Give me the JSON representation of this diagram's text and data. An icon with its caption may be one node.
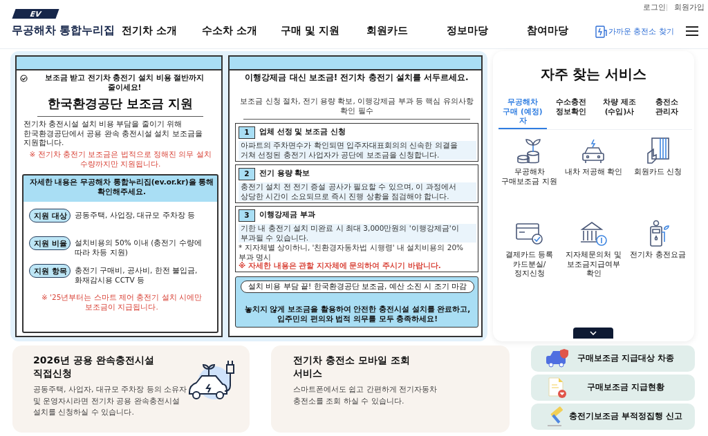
{
  "diagram": {
    "nodes": [
      {
        "text": [
          "보조금 받고 전기차 충전기 설치 비용 절반까지 줄이세요!",
          "한국환경공단 보조금 지원",
          "전기차 충전시설 설치 비용 부담을 줄이기 위해 한국환경공단에서 공용 완속 충전시설 설치 보조금을 지원합니다.",
          "※ 전기차 충전기 보조금은 법적으로 정해진 의무 설치 수량까지만 지원됩니다."
        ]
      },
      {
        "text": [
          "자세한 내용은 무공해차 통합누리집(ev.or.kr)을 통해 확인해주세요.",
          "※ '25년부터는 스마트 제어 충전기 설치 시에만 보조금이 지급됩니다."
        ],
        "in": 0
      },
      {
        "text": [
          "지원 대상"
        ],
        "beside": [
          "공동주택, 사업장, 대규모 주차장 등"
        ],
        "in": 1
      },
      {
        "text": [
          "지원 비율"
        ],
        "beside": [
          "설치비용의 50% 이내 (충전기 수량에 따라 차등 지원)"
        ],
        "in": 1
      },
      {
        "text": [
          "지원 항목"
        ],
        "beside": [
          "충전기 구매비, 공사비, 한전 불입금, 화재감시용 CCTV 등"
        ],
        "in": 1
      },
      {
        "text": [
          "이행강제금 대신 보조금! 전기차 충전기 설치를 서두르세요.",
          "보조금 신청 절차, 전기 용량 확보, 이행강제금 부과 등 핵심 유의사항 확인 필수"
        ]
      },
      {
        "text": [
          "1",
          "업체 선정 및 보조금 신청",
          "아파트의 주차면수가 확인되면 입주자대표회의의 신속한 의결을 거쳐 선정된 충전기 사업자가 공단에 보조금을 신청합니다."
        ],
        "in": 5
      },
      {
        "text": [
          "2",
          "전기 용량 확보",
          "충전기 설치 전 전기 증설 공사가 필요할 수 있으며, 이 과정에서 상당한 시간이 소요되므로 즉시 진행 상황을 점검해야 합니다."
        ],
        "in": 5
      },
      {
        "text": [
          "3",
          "이행강제금 부과",
          "기한 내 충전기 설치 미완료 시 최대 3,000만원의 '이행강제금'이 부과될 수 있습니다.",
          "* 지자체별 상이하니, '친환경자동차법 시행령' 내 설치비용의 20% 부과 명시",
          "※ 자세한 내용은 관할 지자체에 문의하여 주시기 바랍니다."
        ],
        "in": 5
      },
      {
        "text": [
          "설치 비용 부담 끝! 한국환경공단 보조금, 예산 소진 시 조기 마감",
          "놓치지 않게 보조금을 활용하여 안전한 충전시설 설치를 완료하고, 입주민의 편의와 법적 의무를 모두 충족하세요!"
        ],
        "in": 5
      },
      {
        "text": [
          "자주 찾는 서비스"
        ]
      },
      {
        "text": [
          "무공해차 구매 (예정)자"
        ],
        "in": 10
      },
      {
        "text": [
          "수소충전 정보확인"
        ],
        "in": 10
      },
      {
        "text": [
          "차량 제조 (수입)사"
        ],
        "in": 10
      },
      {
        "text": [
          "충전소 관리자"
        ],
        "in": 10
      },
      {
        "text": [
          "무공해차 구매보조금 지원"
        ],
        "in": 10
      },
      {
        "text": [
          "내차 저공해 확인"
        ],
        "in": 10
      },
      {
        "text": [
          "회원카드 신청"
        ],
        "in": 10
      },
      {
        "text": [
          "결제카드 등록 카드분실/정지신청"
        ],
        "in": 10
      },
      {
        "text": [
          "지자체문의처 및 보조금지급여부 확인"
        ],
        "in": 10
      },
      {
        "text": [
          "전기차 충전요금"
        ],
        "in": 10
      },
      {
        "text": [
          "2026년 공용 완속충전시설 직접신청",
          "공동주택, 사업자, 대규모 주차장 등의 소유자 및 운영자시라면 전기차 공용 완속충전시설 설치를 신청하실 수 있습니다."
        ]
      },
      {
        "text": [
          "전기차 충전소 모바일 조회 서비스",
          "스마트폰에서도 쉽고 간편하게 전기자동차 충전소를 조회 하실 수 있습니다."
        ]
      },
      {
        "text": [
          "구매보조금 지급대상 차종"
        ]
      },
      {
        "text": [
          "구매보조금 지급현황"
        ]
      },
      {
        "text": [
          "충전기보조금 부적정집행 신고"
        ]
      }
    ],
    "edges": [],
    "labels": [
      "로그인",
      "회원가입",
      "EV",
      "무공해차 통합누리집",
      "전기차 소개",
      "수소차 소개",
      "구매 및 지원",
      "회원카드",
      "정보마당",
      "참여마당",
      "가까운 충전소 찾기"
    ]
  }
}
